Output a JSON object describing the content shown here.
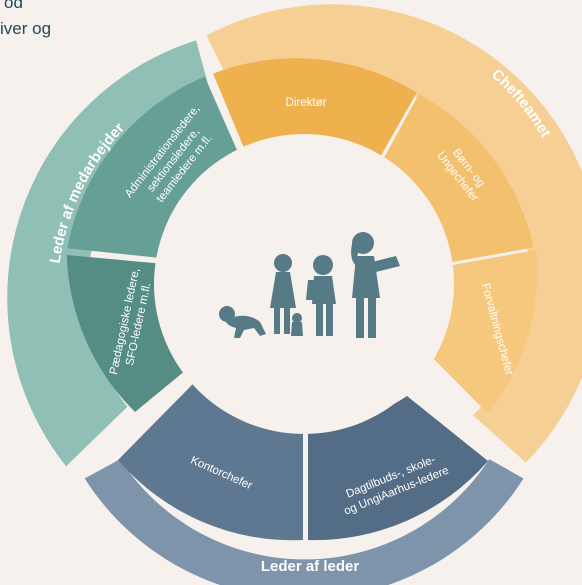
{
  "intro": {
    "line1": "od",
    "line2": "iver og"
  },
  "diagram": {
    "colors": {
      "background": "#f6f1ec",
      "orange_outer": "#f6cf94",
      "orange_inner": "#efb04e",
      "orange_inner_light": "#f3c06e",
      "teal_outer": "#8fbfb5",
      "teal_inner": "#669f95",
      "teal_inner_dark": "#558d85",
      "blue_outer": "#7e94ab",
      "blue_inner": "#5f7891",
      "blue_inner_dark": "#546d86",
      "silhouettes": "#577b86"
    },
    "groups": {
      "chefteam": "Chefteamet",
      "medarbejder": "Leder af medarbejder",
      "leder": "Leder af leder"
    },
    "segments": {
      "direktor": "Direktør",
      "boern_line1": "Børn- og",
      "boern_line2": "Ungechefer",
      "forvaltning": "Forvaltningschefer",
      "admin_line1": "Administrationsledere,",
      "admin_line2": "sektionsledere,",
      "admin_line3": "teamledere m.fl.",
      "paed_line1": "Pædagogiske ledere,",
      "paed_line2": "SFO-ledere m.fl.",
      "kontor": "Kontorchefer",
      "dagtilbud_line1": "Dagtilbuds-, skole-",
      "dagtilbud_line2": "og UngiAarhus-ledere"
    },
    "center_icon": "children-silhouettes-icon"
  }
}
